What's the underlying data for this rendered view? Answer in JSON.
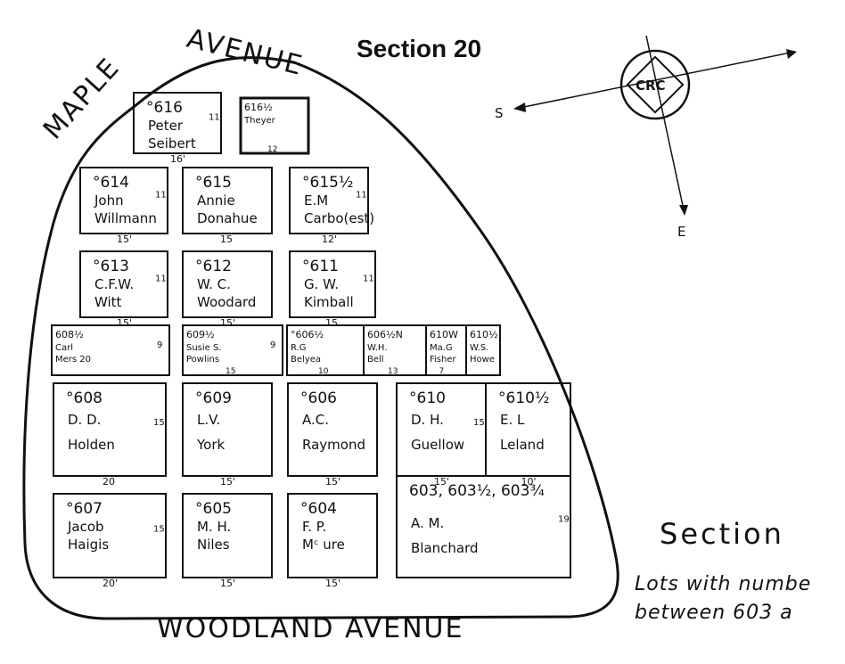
{
  "title": "Section 20",
  "streets": {
    "maple": "MAPLE",
    "avenue_top": "AVENUE",
    "woodland": "WOODLAND AVENUE"
  },
  "compass": {
    "emblem": "CRC",
    "south": "S",
    "east": "E"
  },
  "note": {
    "heading": "Section",
    "line1": "Lots with numbe",
    "line2": "between 603 a"
  },
  "watermark": "",
  "lots": [
    {
      "num": "°616",
      "owner": [
        "Peter",
        "Seibert"
      ],
      "side": "11",
      "bottom": "16'"
    },
    {
      "num": "616½",
      "owner": [
        "Theyer"
      ],
      "side": "",
      "bottom": "12"
    },
    {
      "num": "°614",
      "owner": [
        "John",
        "Willmann"
      ],
      "side": "11",
      "bottom": "15'"
    },
    {
      "num": "°615",
      "owner": [
        "Annie",
        "Donahue"
      ],
      "side": "",
      "bottom": "15"
    },
    {
      "num": "°615½",
      "owner": [
        "E.M",
        "Carbo(est)"
      ],
      "side": "11",
      "bottom": "12'"
    },
    {
      "num": "°613",
      "owner": [
        "C.F.W.",
        "Witt"
      ],
      "side": "11",
      "bottom": "15'"
    },
    {
      "num": "°612",
      "owner": [
        "W. C.",
        "Woodard"
      ],
      "side": "",
      "bottom": "15'"
    },
    {
      "num": "°611",
      "owner": [
        "G. W.",
        "Kimball"
      ],
      "side": "11",
      "bottom": "15"
    },
    {
      "num": "608½",
      "owner": [
        "Carl",
        "Mers 20"
      ],
      "side": "9",
      "bottom": ""
    },
    {
      "num": "609½",
      "owner": [
        "Susie S.",
        "Powlins"
      ],
      "side": "9",
      "bottom": "15"
    },
    {
      "num": "°606½",
      "owner": [
        "R.G",
        "Belyea"
      ],
      "side": "",
      "bottom": "10"
    },
    {
      "num": "606½N",
      "owner": [
        "W.H.",
        "Bell"
      ],
      "side": "",
      "bottom": "13"
    },
    {
      "num": "610W",
      "owner": [
        "Ma.G",
        "Fisher"
      ],
      "side": "",
      "bottom": "7"
    },
    {
      "num": "610½",
      "owner": [
        "W.S.",
        "Howe"
      ],
      "side": "",
      "bottom": ""
    },
    {
      "num": "°608",
      "owner": [
        "D. D.",
        "Holden"
      ],
      "side": "15'",
      "bottom": "20"
    },
    {
      "num": "°609",
      "owner": [
        "L.V.",
        "York"
      ],
      "side": "",
      "bottom": "15'"
    },
    {
      "num": "°606",
      "owner": [
        "A.C.",
        "Raymond"
      ],
      "side": "",
      "bottom": "15'"
    },
    {
      "num": "°610",
      "owner": [
        "D. H.",
        "Guellow"
      ],
      "side": "15'",
      "bottom": "15'"
    },
    {
      "num": "°610½",
      "owner": [
        "E. L",
        "Leland"
      ],
      "side": "",
      "bottom": "10'"
    },
    {
      "num": "603, 603½, 603¾",
      "owner": [
        "A. M.",
        "Blanchard"
      ],
      "side": "19'",
      "bottom": ""
    },
    {
      "num": "°607",
      "owner": [
        "Jacob",
        "Haigis"
      ],
      "side": "15",
      "bottom": "20'"
    },
    {
      "num": "°605",
      "owner": [
        "M. H.",
        "Niles"
      ],
      "side": "",
      "bottom": "15'"
    },
    {
      "num": "°604",
      "owner": [
        "F. P.",
        "Mᶜ ure"
      ],
      "side": "",
      "bottom": "15'"
    }
  ]
}
